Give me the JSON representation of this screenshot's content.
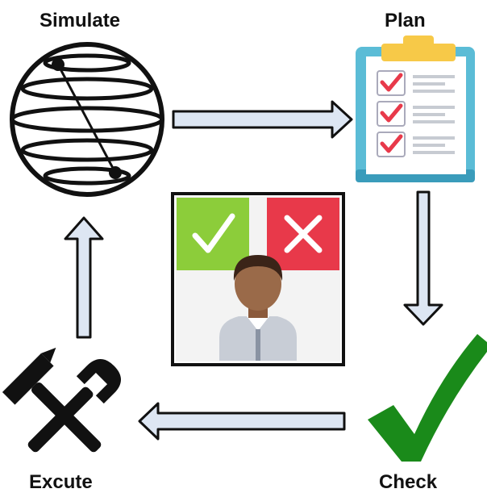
{
  "stages": {
    "simulate": {
      "label": "Simulate",
      "icon": "globe-icon"
    },
    "plan": {
      "label": "Plan",
      "icon": "clipboard-checklist-icon"
    },
    "check": {
      "label": "Check",
      "icon": "checkmark-icon"
    },
    "excute": {
      "label": "Excute",
      "icon": "wrench-hammer-icon"
    }
  },
  "center": {
    "icon": "person-approve-reject-icon"
  },
  "colors": {
    "arrow_fill": "#dde6f3",
    "arrow_stroke": "#111111",
    "check_green": "#1a8a1a",
    "approve_green": "#8ccd3a",
    "reject_red": "#e8394a",
    "clipboard_teal": "#5bbcd6",
    "clip_yellow": "#f7c948"
  }
}
